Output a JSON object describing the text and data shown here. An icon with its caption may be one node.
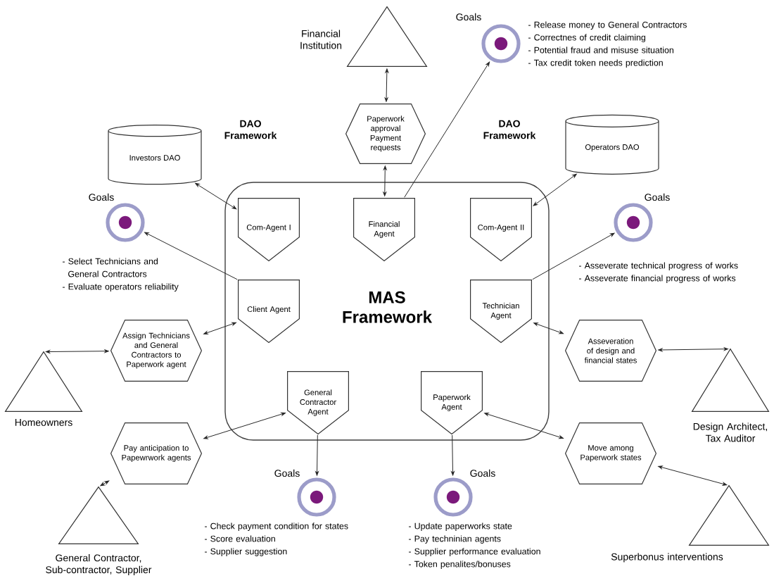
{
  "diagram": {
    "nodes": [
      {
        "text": [
          "Financial Institution"
        ]
      },
      {
        "text": [
          "Goals"
        ],
        "beside": [
          "- Release money to General Contractors",
          "- Correctnes of credit claiming",
          "- Potential fraud and misuse situation",
          "- Tax credit token needs prediction"
        ]
      },
      {
        "text": [
          "Paperwork approval Payment requests"
        ]
      },
      {
        "text": [
          "Investors DAO"
        ]
      },
      {
        "text": [
          "Operators DAO"
        ]
      },
      {
        "text": [
          "MAS Framework"
        ]
      },
      {
        "text": [
          "Com-Agent I"
        ],
        "in": 5
      },
      {
        "text": [
          "Financial Agent"
        ],
        "in": 5
      },
      {
        "text": [
          "Com-Agent II"
        ],
        "in": 5
      },
      {
        "text": [
          "Client Agent"
        ],
        "in": 5
      },
      {
        "text": [
          "Technician Agent"
        ],
        "in": 5
      },
      {
        "text": [
          "General Contractor Agent"
        ],
        "in": 5
      },
      {
        "text": [
          "Paperwork Agent"
        ],
        "in": 5
      },
      {
        "text": [
          "Goals"
        ],
        "beside": [
          "- Select Technicians and General Contractors",
          "- Evaluate operators reliability"
        ]
      },
      {
        "text": [
          "Goals"
        ],
        "beside": [
          "- Asseverate technical progress of works",
          "- Asseverate financial progress of works"
        ]
      },
      {
        "text": [
          "Assign Technicians and General Contractors to Paperwork agent"
        ]
      },
      {
        "text": [
          "Asseveration of design and financial states"
        ]
      },
      {
        "text": [
          "Homeowners"
        ]
      },
      {
        "text": [
          "Design Architect, Tax Auditor"
        ]
      },
      {
        "text": [
          "Pay anticipation to Papewrwork agents"
        ]
      },
      {
        "text": [
          "Move among Paperwork states"
        ]
      },
      {
        "text": [
          "General Contractor, Sub-contractor, Supplier"
        ]
      },
      {
        "text": [
          "Superbonus interventions"
        ]
      },
      {
        "text": [
          "Goals"
        ],
        "beside": [
          "- Check payment condition for states",
          "- Score evaluation",
          "- Supplier suggestion"
        ]
      },
      {
        "text": [
          "Goals"
        ],
        "beside": [
          "- Update paperworks state",
          "- Pay techninian agents",
          "- Supplier performance evaluation",
          "- Token penalites/bonuses"
        ]
      }
    ],
    "edges": [
      {
        "from": 0,
        "to": 2,
        "arrow": "both"
      },
      {
        "from": 2,
        "to": 7,
        "arrow": "both"
      },
      {
        "from": 7,
        "to": 1,
        "arrow": "to"
      },
      {
        "from": 3,
        "to": 6,
        "arrow": "both"
      },
      {
        "from": 4,
        "to": 8,
        "arrow": "both"
      },
      {
        "from": 9,
        "to": 13,
        "arrow": "to"
      },
      {
        "from": 10,
        "to": 14,
        "arrow": "to"
      },
      {
        "from": 15,
        "to": 9,
        "arrow": "both"
      },
      {
        "from": 17,
        "to": 15,
        "arrow": "both"
      },
      {
        "from": 16,
        "to": 10,
        "arrow": "both"
      },
      {
        "from": 18,
        "to": 16,
        "arrow": "both"
      },
      {
        "from": 19,
        "to": 11,
        "arrow": "both"
      },
      {
        "from": 21,
        "to": 19,
        "arrow": "both"
      },
      {
        "from": 12,
        "to": 20,
        "arrow": "both"
      },
      {
        "from": 22,
        "to": 20,
        "arrow": "both"
      },
      {
        "from": 11,
        "to": 23,
        "arrow": "to"
      },
      {
        "from": 12,
        "to": 24,
        "arrow": "to"
      }
    ],
    "labels": [
      "DAO Framework",
      "DAO Framework"
    ]
  }
}
